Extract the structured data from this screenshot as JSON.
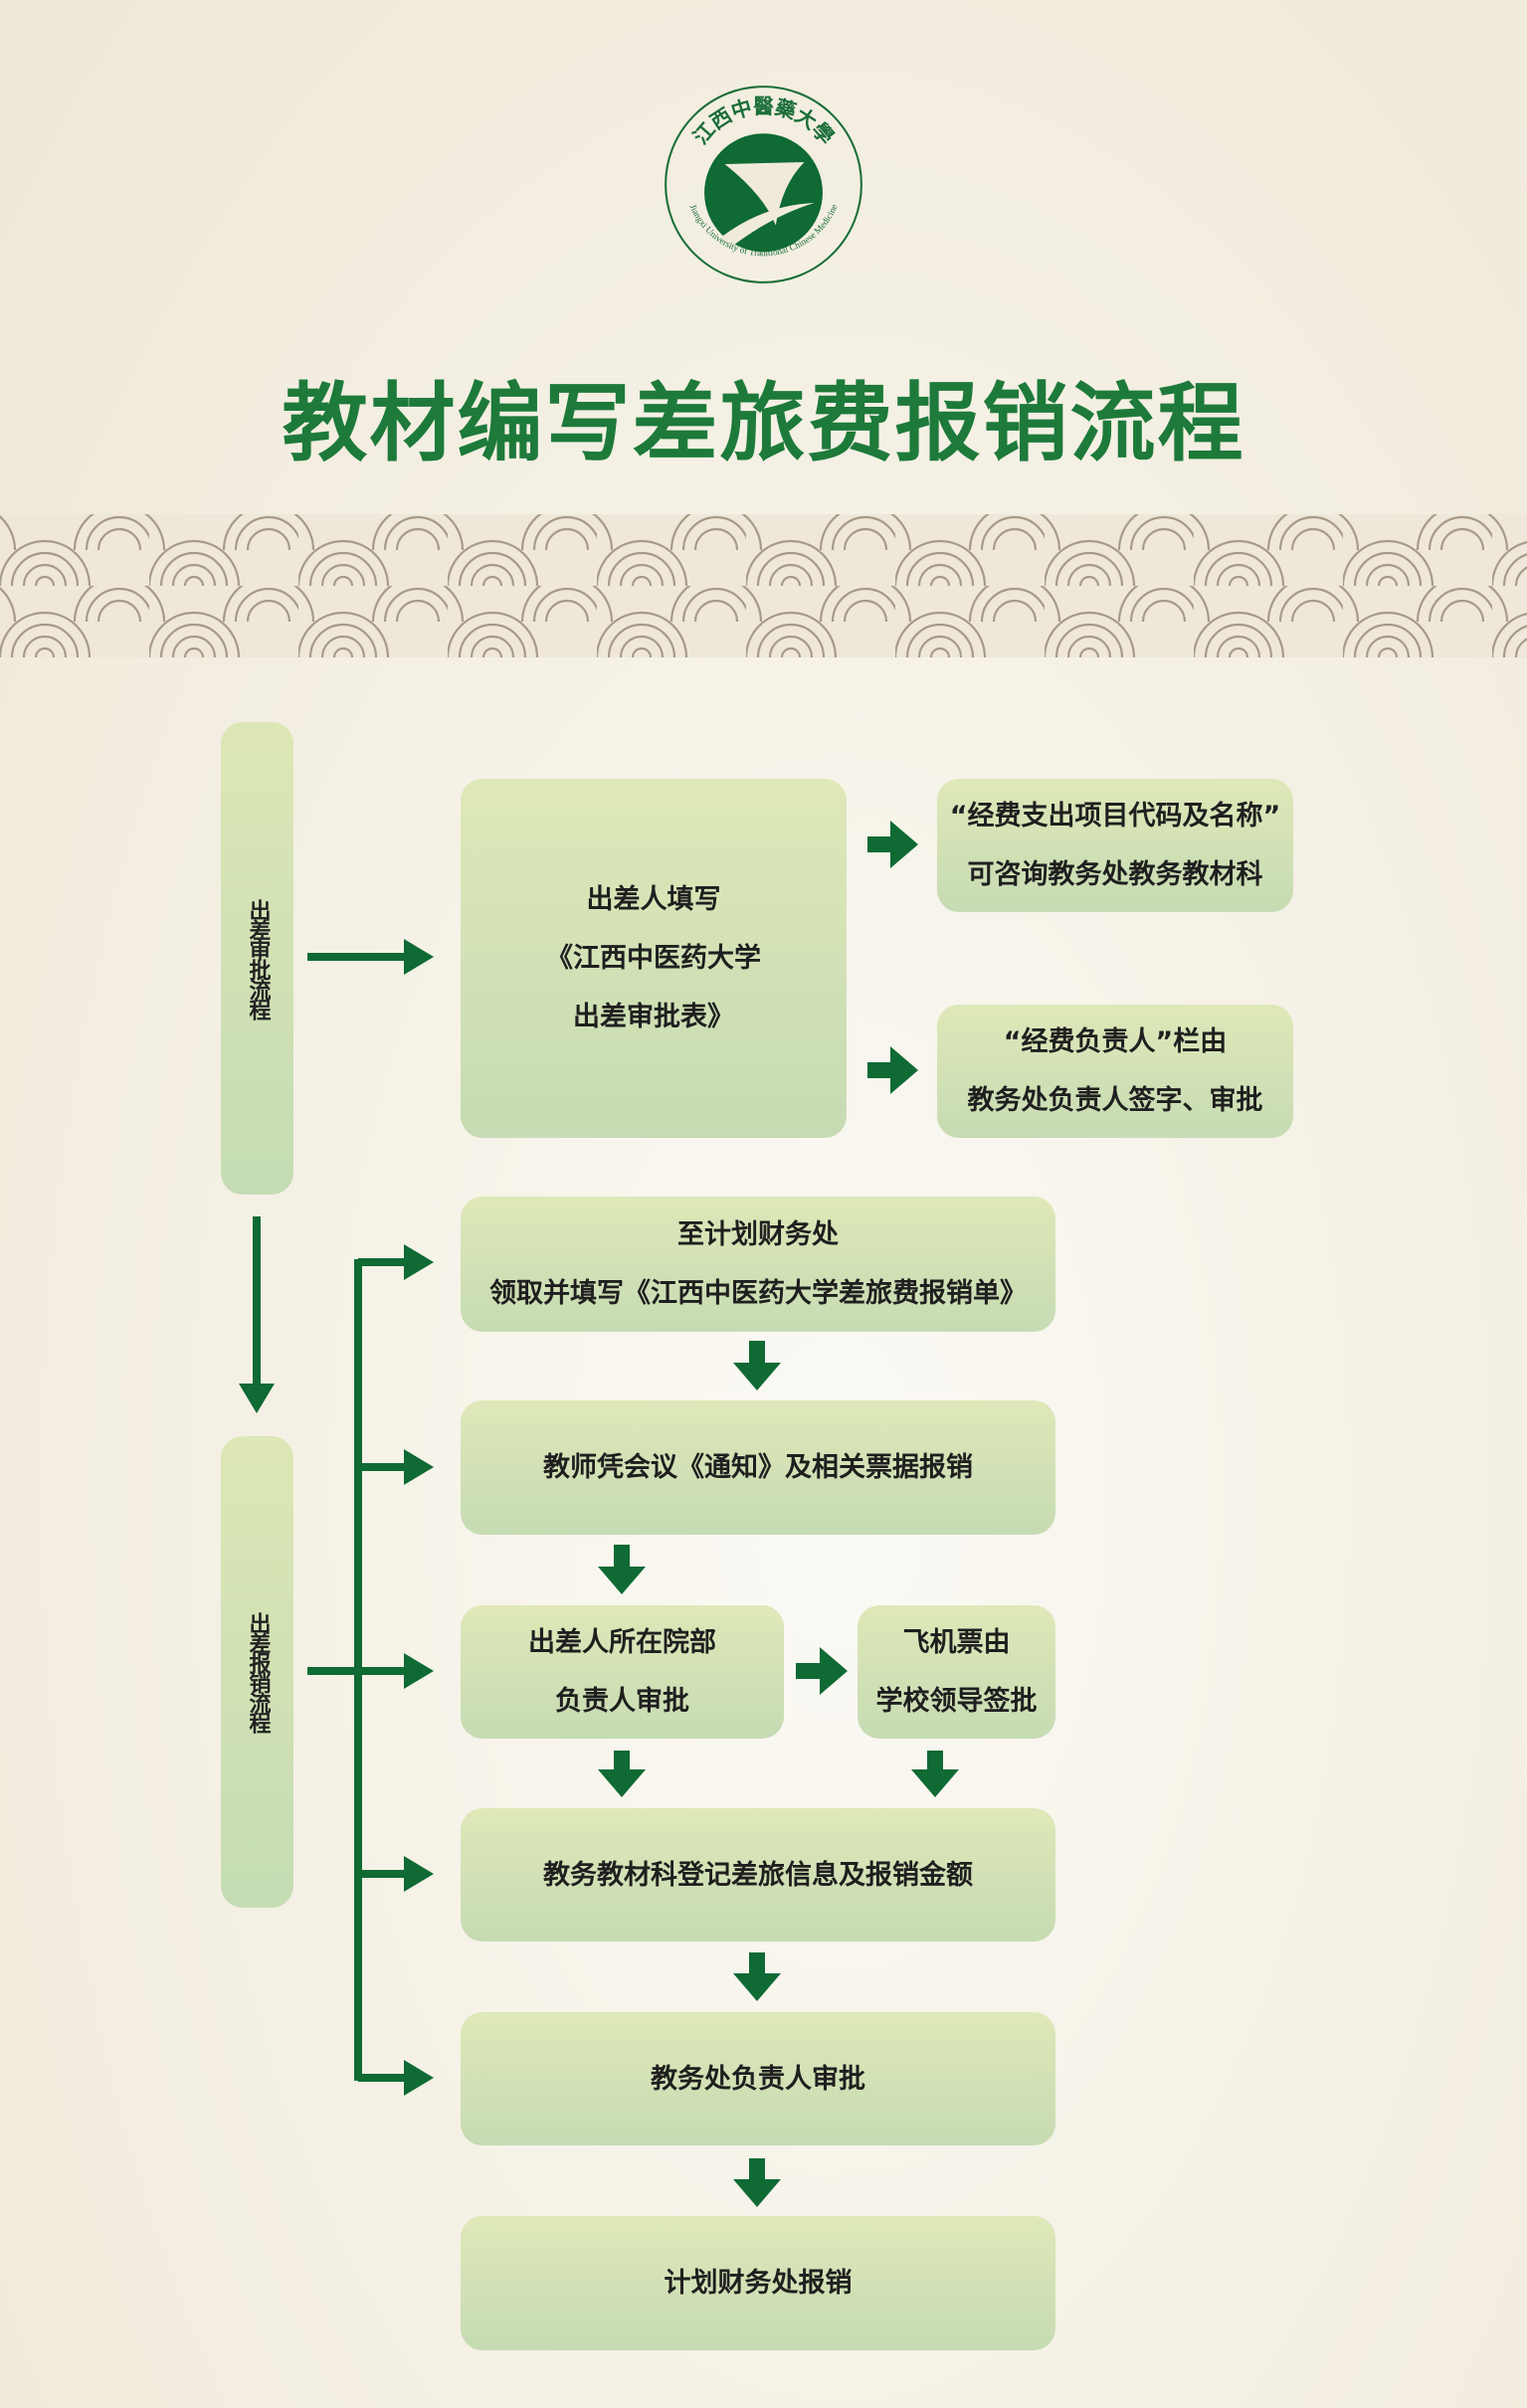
{
  "logo": {
    "name_cn": "江西中醫藥大學",
    "name_en": "Jiangxi University of Traditional Chinese Medicine"
  },
  "title": "教材编写差旅费报销流程",
  "colors": {
    "green": "#0f6a34",
    "title": "#1d7a3a",
    "box_top": "#dfe8b8",
    "box_bottom": "#c6dbb3"
  },
  "phases": {
    "approval": "出差审批流程",
    "reimbursement": "出差报销流程"
  },
  "approval": {
    "fill_form": [
      "出差人填写",
      "《江西中医药大学",
      "出差审批表》"
    ],
    "note_code": [
      "“经费支出项目代码及名称”",
      "可咨询教务处教务教材科"
    ],
    "note_sign": [
      "“经费负责人”栏由",
      "教务处负责人签字、审批"
    ]
  },
  "reimbursement": {
    "step1": [
      "至计划财务处",
      "领取并填写《江西中医药大学差旅费报销单》"
    ],
    "step2": "教师凭会议《通知》及相关票据报销",
    "step3": [
      "出差人所在院部",
      "负责人审批"
    ],
    "step3b": [
      "飞机票由",
      "学校领导签批"
    ],
    "step4": "教务教材科登记差旅信息及报销金额",
    "step5": "教务处负责人审批",
    "step6": "计划财务处报销"
  }
}
